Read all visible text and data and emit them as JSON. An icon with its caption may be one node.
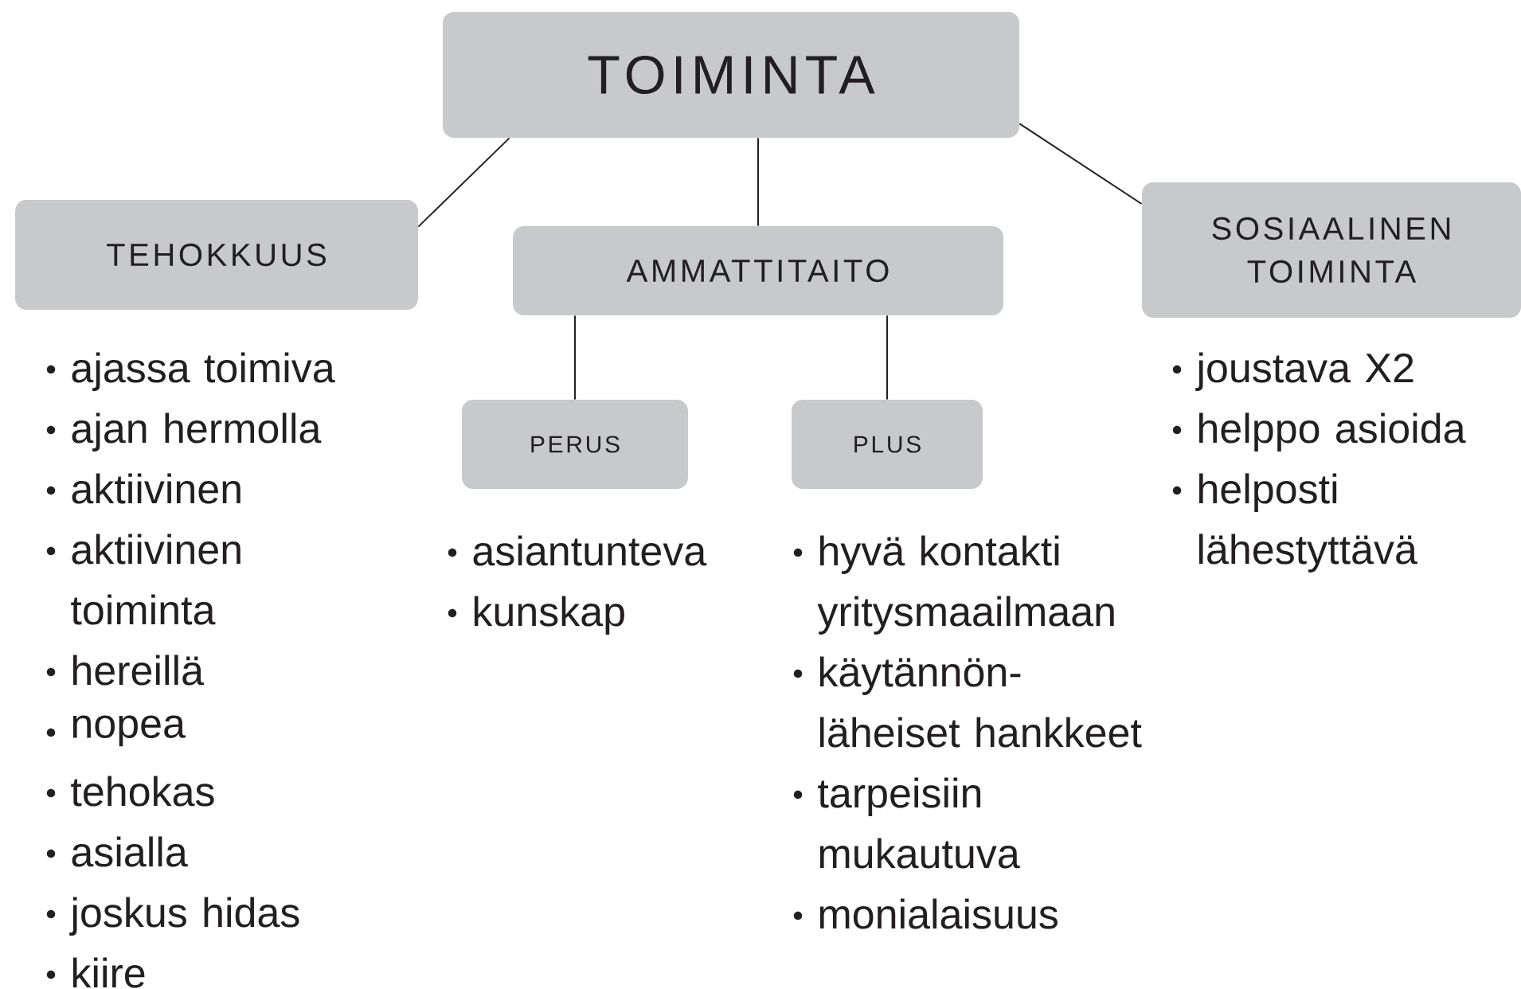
{
  "diagram": {
    "nodes": [
      {
        "text": [
          "TOIMINTA"
        ]
      },
      {
        "text": [
          "TEHOKKUUS"
        ],
        "beside": [
          "ajassa toimiva",
          "ajan hermolla",
          "aktiivinen",
          "aktiivinen toiminta",
          "hereillä",
          "nopea",
          "tehokas",
          "asialla",
          "joskus hidas",
          "kiire"
        ]
      },
      {
        "text": [
          "AMMATTITAITO"
        ]
      },
      {
        "text": [
          "SOSIAALINEN TOIMINTA"
        ],
        "beside": [
          "joustava X2",
          "helppo asioida",
          "helposti lähestyttävä"
        ]
      },
      {
        "text": [
          "PERUS"
        ],
        "beside": [
          "asiantunteva",
          "kunskap"
        ]
      },
      {
        "text": [
          "PLUS"
        ],
        "beside": [
          "hyvä kontakti yritysmaailmaan",
          "käytännön- läheiset hankkeet",
          "tarpeisiin mukautuva",
          "monialaisuus"
        ]
      }
    ],
    "edges": [
      {
        "from": 0,
        "to": 1,
        "arrow": "none"
      },
      {
        "from": 0,
        "to": 2,
        "arrow": "none"
      },
      {
        "from": 0,
        "to": 3,
        "arrow": "none"
      },
      {
        "from": 2,
        "to": 4,
        "arrow": "none"
      },
      {
        "from": 2,
        "to": 5,
        "arrow": "none"
      }
    ]
  }
}
